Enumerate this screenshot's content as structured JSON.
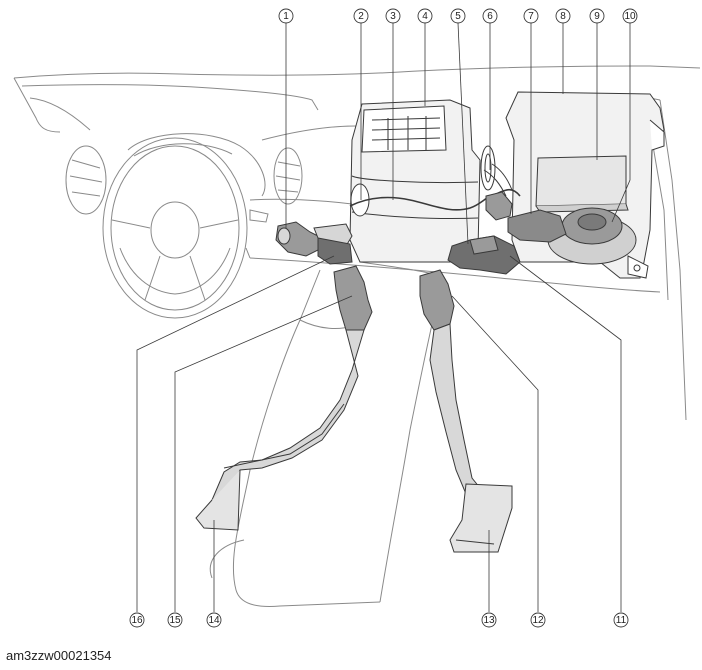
{
  "figure": {
    "code": "am3zzw00021354",
    "colors": {
      "line": "#3a3a3a",
      "light_line": "#8a8a8a",
      "part_fill": "#9a9a9a",
      "part_dark": "#6f6f6f",
      "duct_fill": "#d8d8d8"
    },
    "callouts": [
      {
        "label": "1"
      },
      {
        "label": "2"
      },
      {
        "label": "3"
      },
      {
        "label": "4"
      },
      {
        "label": "5"
      },
      {
        "label": "6"
      },
      {
        "label": "7"
      },
      {
        "label": "8"
      },
      {
        "label": "9"
      },
      {
        "label": "10"
      },
      {
        "label": "11"
      },
      {
        "label": "12"
      },
      {
        "label": "13"
      },
      {
        "label": "14"
      },
      {
        "label": "15"
      },
      {
        "label": "16"
      }
    ]
  }
}
